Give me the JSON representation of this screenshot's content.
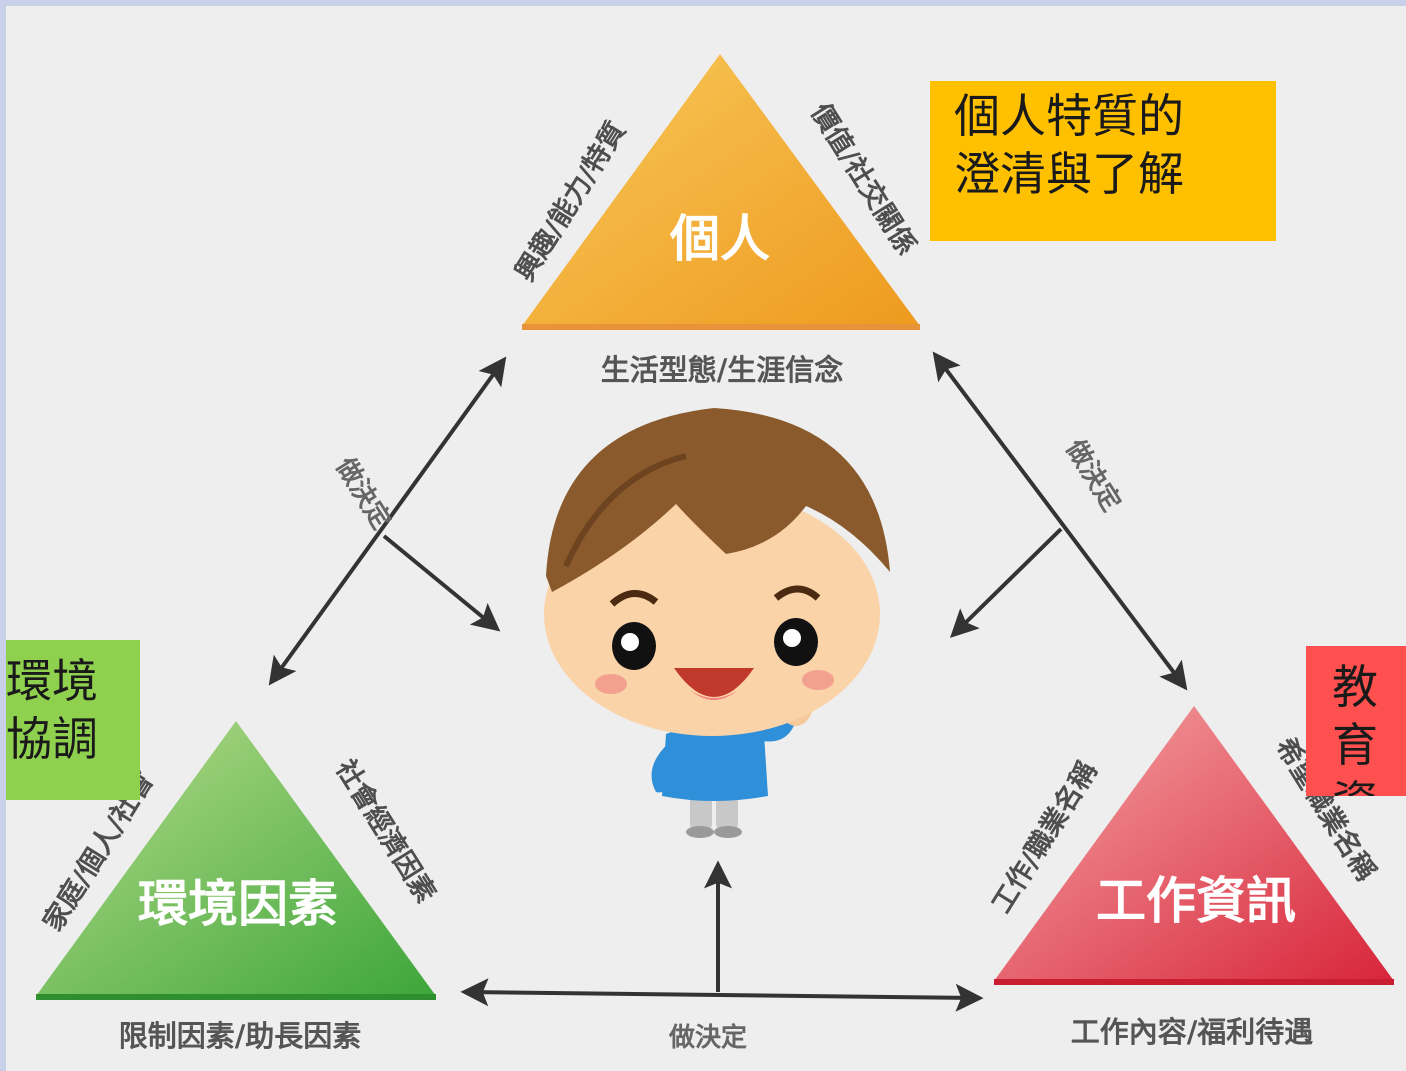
{
  "diagram": {
    "personal": {
      "title": "個人",
      "bottom": "生活型態/生涯信念",
      "left_side": "興趣/能力/特質",
      "right_side": "價值/社交關係",
      "color_top": "#f8c85a",
      "color_bottom": "#ee9a1e"
    },
    "environment": {
      "title": "環境因素",
      "bottom": "限制因素/助長因素",
      "left_side": "家庭/個人/社會",
      "right_side": "社會經濟因素",
      "color_top": "#b9dc8c",
      "color_bottom": "#3da63a"
    },
    "work": {
      "title": "工作資訊",
      "bottom": "工作內容/福利待遇",
      "left_side": "工作/職業名稱",
      "right_side": "希望職業名稱",
      "color_top": "#f5a7a7",
      "color_bottom": "#d8253a"
    },
    "arrow_labels": {
      "left": "做決定",
      "right": "做決定",
      "bottom": "做決定"
    },
    "callouts": {
      "personal": "個人特質的\n澄清與了解",
      "environment": "環境\n協調",
      "education": "教育\n資料"
    },
    "colors": {
      "callout_personal": "#ffc000",
      "callout_environment": "#8fd14f",
      "callout_education": "#ff5050",
      "arrow": "#333333"
    }
  }
}
